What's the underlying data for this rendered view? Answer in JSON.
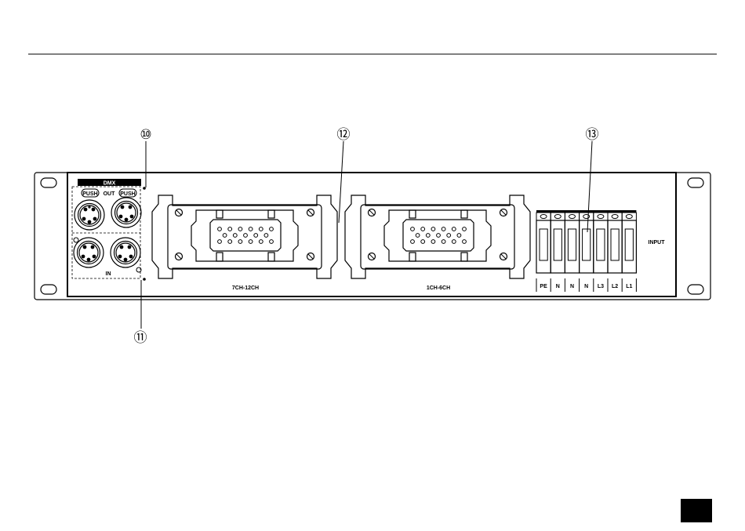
{
  "dmx": {
    "title": "DMX",
    "out_label": "OUT",
    "in_label": "IN",
    "push_label": "PUSH"
  },
  "sockets": [
    {
      "label": "7CH-12CH"
    },
    {
      "label": "1CH-6CH"
    }
  ],
  "input": {
    "label": "INPUT",
    "terminals": [
      "PE",
      "N",
      "N",
      "N",
      "L3",
      "L2",
      "L1"
    ]
  },
  "callouts": {
    "c10": "⑩",
    "c11": "⑪",
    "c12": "⑫",
    "c13": "⑬"
  }
}
